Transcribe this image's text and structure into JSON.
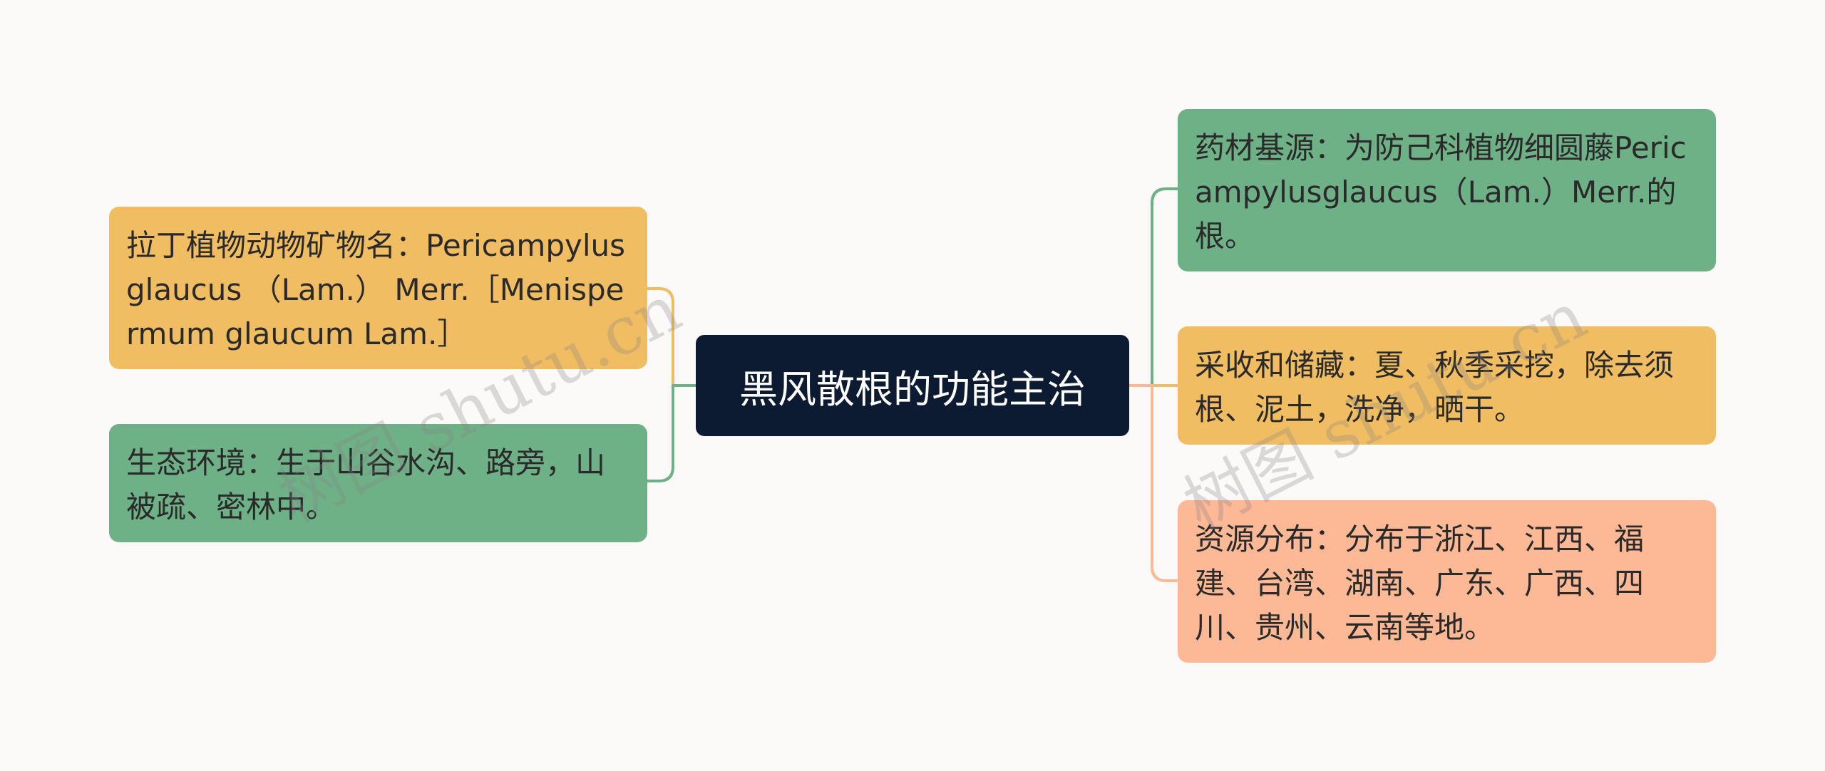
{
  "center": {
    "title": "黑风散根的功能主治"
  },
  "left_nodes": [
    {
      "text": "拉丁植物动物矿物名：Pericampylus glaucus （Lam.） Merr.［Menispermum glaucum Lam.］",
      "color": "#f0bd62"
    },
    {
      "text": "生态环境：生于山谷水沟、路旁，山被疏、密林中。",
      "color": "#6fb187"
    }
  ],
  "right_nodes": [
    {
      "text": "药材基源：为防己科植物细圆藤Pericampylusglaucus（Lam.）Merr.的根。",
      "color": "#6fb187"
    },
    {
      "text": "采收和储藏：夏、秋季采挖，除去须根、泥土，洗净，晒干。",
      "color": "#f0bd62"
    },
    {
      "text": "资源分布：分布于浙江、江西、福建、台湾、湖南、广东、广西、四川、贵州、云南等地。",
      "color": "#fdb895"
    }
  ],
  "watermark": {
    "text": "树图 shutu.cn"
  },
  "colors": {
    "background": "#fcfaf8",
    "center_fill": "#0c1b31",
    "orange": "#f0bd62",
    "green": "#6fb187",
    "peach": "#fdb895"
  }
}
